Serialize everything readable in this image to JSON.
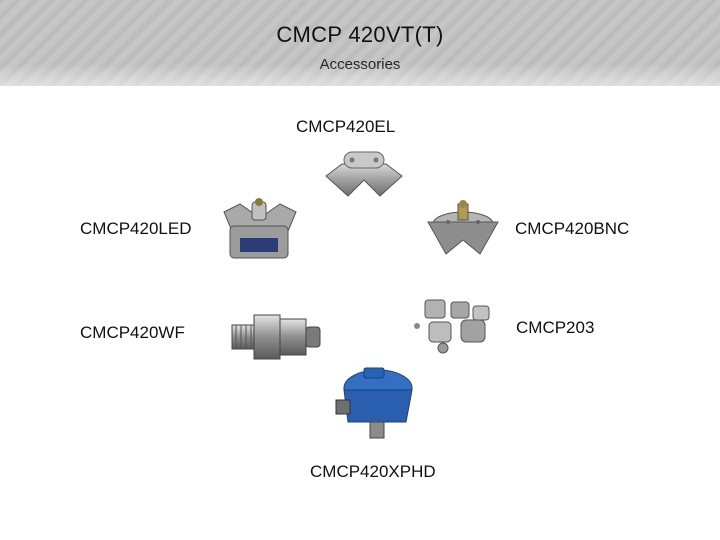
{
  "header": {
    "title": "CMCP 420VT(T)",
    "subtitle": "Accessories"
  },
  "items": [
    {
      "label": "CMCP420EL",
      "icon": "elbow-fitting-icon"
    },
    {
      "label": "CMCP420LED",
      "icon": "led-junction-box-icon"
    },
    {
      "label": "CMCP420BNC",
      "icon": "bnc-junction-box-icon"
    },
    {
      "label": "CMCP420WF",
      "icon": "cable-gland-icon"
    },
    {
      "label": "CMCP203",
      "icon": "magnet-bases-icon"
    },
    {
      "label": "CMCP420XPHD",
      "icon": "explosion-proof-head-icon"
    }
  ],
  "colors": {
    "header_gray": "#c2c2c2",
    "metal": "#9a9a9a",
    "enclosure_blue": "#2a5fb0"
  }
}
